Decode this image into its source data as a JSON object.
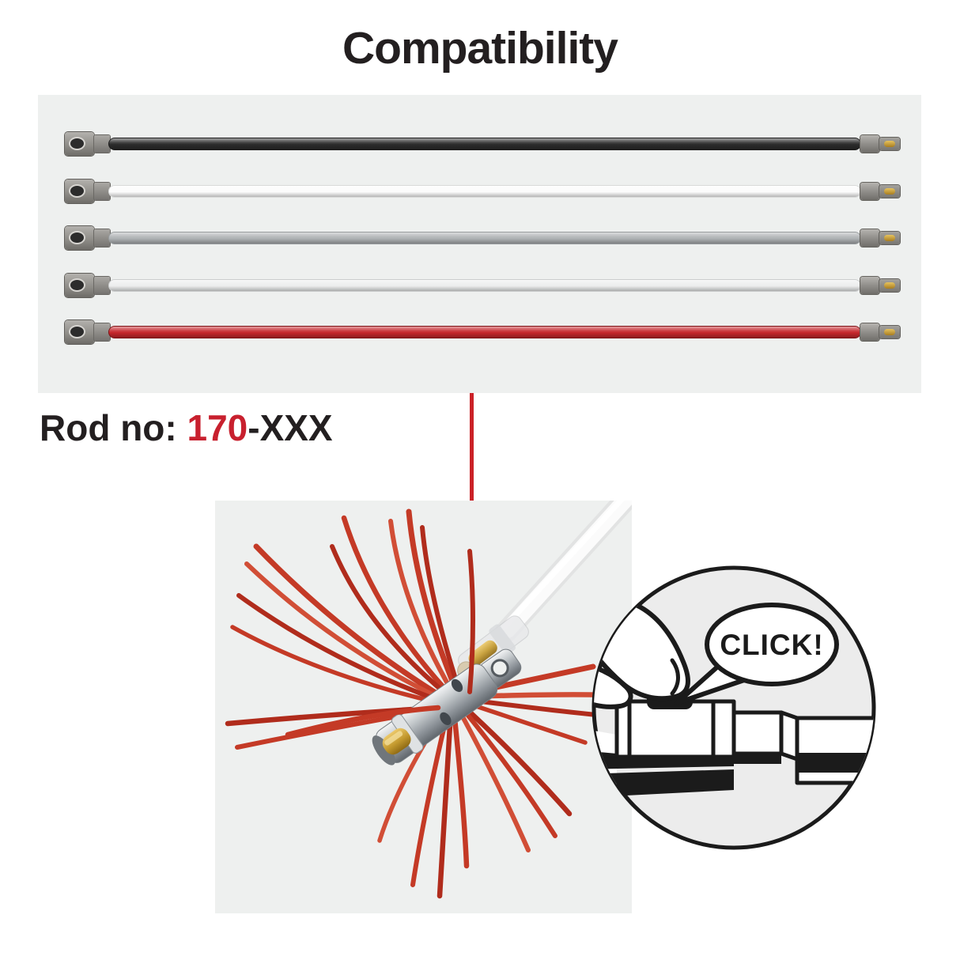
{
  "title": "Compatibility",
  "rod_label": {
    "prefix": "Rod no: ",
    "number": "170",
    "suffix": "-XXX"
  },
  "colors": {
    "accent_red": "#c8202e",
    "line_red": "#cb2127",
    "panel_gray": "#eef0ef",
    "ink": "#231f20",
    "bristle_red": "#c43a26",
    "brass": "#c49a2f"
  },
  "rods": [
    {
      "name": "black",
      "color": "#2b2b2b",
      "edge": "#1d1d1d"
    },
    {
      "name": "white",
      "color": "#fbfbfb",
      "edge": "#d9dad9"
    },
    {
      "name": "gray",
      "color": "#aeb2b4",
      "edge": "#979b9d"
    },
    {
      "name": "clear",
      "color": "#eceded",
      "edge": "#cbcdcd"
    },
    {
      "name": "red",
      "color": "#c5262b",
      "edge": "#7e1316"
    }
  ],
  "inset": {
    "click_label": "CLICK!"
  }
}
